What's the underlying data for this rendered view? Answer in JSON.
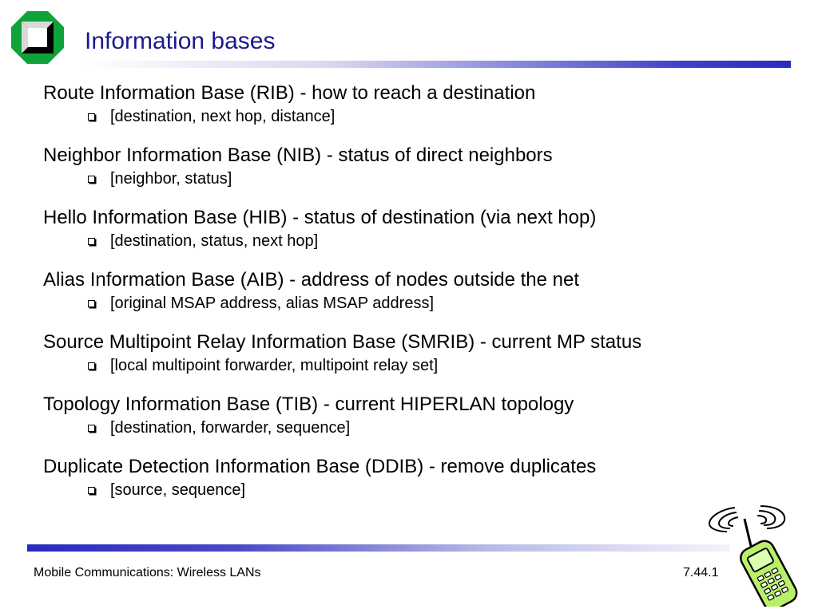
{
  "slide": {
    "title": "Information bases",
    "items": [
      {
        "main": "Route Information Base (RIB) - how to reach a destination",
        "sub": "[destination, next hop, distance]"
      },
      {
        "main": "Neighbor Information Base (NIB) - status of direct neighbors",
        "sub": "[neighbor, status]"
      },
      {
        "main": "Hello Information Base (HIB) - status of destination (via next hop)",
        "sub": "[destination, status, next hop]"
      },
      {
        "main": "Alias Information Base (AIB) - address of nodes outside the net",
        "sub": "[original MSAP address, alias MSAP address]"
      },
      {
        "main": "Source Multipoint Relay Information Base (SMRIB) - current MP status",
        "sub": "[local multipoint forwarder, multipoint relay set]"
      },
      {
        "main": "Topology Information Base (TIB) - current HIPERLAN topology",
        "sub": "[destination, forwarder, sequence]"
      },
      {
        "main": "Duplicate Detection Information Base (DDIB) - remove duplicates",
        "sub": "[source, sequence]"
      }
    ]
  },
  "footer": {
    "left": "Mobile Communications: Wireless LANs",
    "right": "7.44.1"
  },
  "icons": {
    "logo": "university-logo-icon",
    "clipart": "mobile-phone-icon",
    "bullet": "hollow-square-bullet-icon"
  },
  "colors": {
    "title": "#1a1a8c",
    "rule": "#2a2ac0",
    "logo_green": "#0ea33a",
    "phone_green": "#b8f06a"
  }
}
